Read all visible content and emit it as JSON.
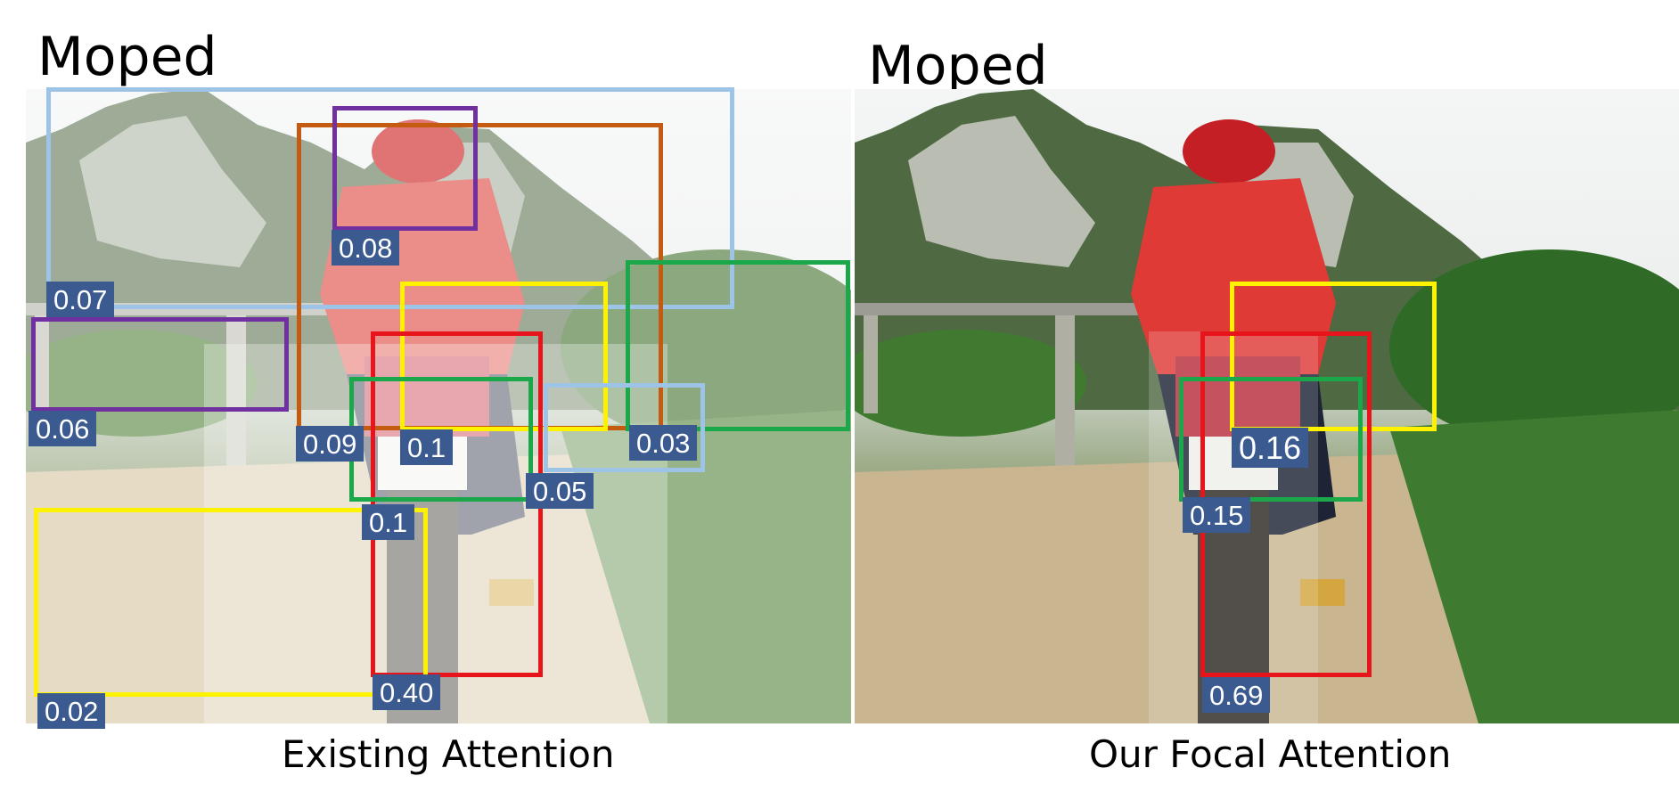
{
  "left": {
    "title": "Moped",
    "caption": "Existing Attention",
    "scores": [
      "0.07",
      "0.08",
      "0.06",
      "0.09",
      "0.1",
      "0.03",
      "0.05",
      "0.1",
      "0.02",
      "0.40"
    ]
  },
  "right": {
    "title": "Moped",
    "caption": "Our Focal Attention",
    "scores": [
      "0.16",
      "0.15",
      "0.69"
    ]
  },
  "colors": {
    "red": "#e8141c",
    "yellow": "#fff200",
    "green": "#1aa84a",
    "purple": "#7030a0",
    "orange": "#c55a11",
    "light_blue": "#9dc3e6",
    "score_bg": "#3b5a8f"
  }
}
